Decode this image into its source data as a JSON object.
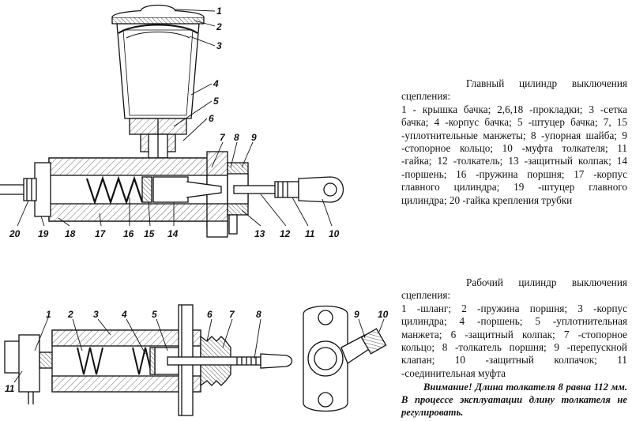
{
  "master": {
    "title": "Главный цилиндр выключения сцепления:",
    "legend": "1 - крышка бачка; 2,6,18 -прокладки; 3 -сетка бачка; 4 -корпус бачка; 5 -штуцер бачка; 7, 15 -уплотнительные манжеты; 8 -упорная шайба; 9 -стопорное кольцо; 10 -муфта толкателя; 11 -гайка; 12 -толкатель; 13 -защитный колпак; 14 -поршень; 16 -пружина поршня; 17 -корпус главного цилиндра; 19 -штуцер главного цилиндра; 20 -гайка крепления трубки",
    "callouts": [
      "1",
      "2",
      "3",
      "4",
      "5",
      "6",
      "7",
      "8",
      "9",
      "10",
      "11",
      "12",
      "13",
      "14",
      "15",
      "16",
      "17",
      "18",
      "19",
      "20"
    ]
  },
  "slave": {
    "title": "Рабочий цилиндр выключения сцепления:",
    "legend": "1 -шланг; 2 -пружина поршня; 3 -корпус цилиндра; 4 -поршень; 5 -уплотнительная манжета; 6 -защитный колпак; 7 -стопорное кольцо; 8 -толкатель поршня; 9 -перепускной клапан; 10 -защитный колпачок; 11 -соединительная муфта",
    "callouts": [
      "1",
      "2",
      "3",
      "4",
      "5",
      "6",
      "7",
      "8",
      "9",
      "10",
      "11"
    ]
  },
  "warning": {
    "lead": "Внимание!",
    "text": "Длина толкателя 8 равна 112 мм. В процессе эксплуатации длину толкателя не регулировать."
  }
}
